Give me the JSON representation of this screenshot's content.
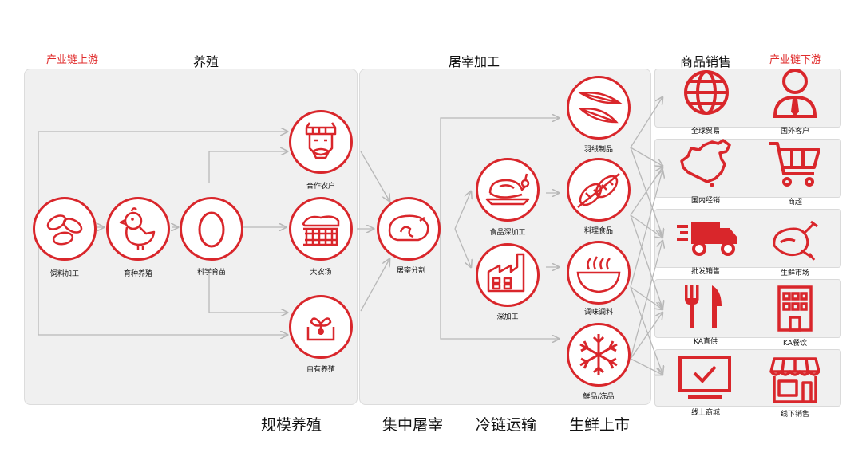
{
  "headers": {
    "upstream": "产业链上游",
    "breeding": "养殖",
    "slaughter": "屠宰加工",
    "sales": "商品销售",
    "downstream": "产业链下游"
  },
  "nodes": {
    "feed": "饲料加工",
    "breed": "育种养殖",
    "egg": "科学育苗",
    "coop": "合作农户",
    "farm": "大农场",
    "own": "自有养殖",
    "slaughter_cut": "屠宰分割",
    "food_deep": "食品深加工",
    "deep": "深加工",
    "feather": "羽绒制品",
    "cooking": "料理食品",
    "seasoning": "调味调料",
    "fresh": "鲜品/冻品"
  },
  "sales": {
    "global_trade": "全球贸易",
    "foreign_client": "国外客户",
    "domestic": "国内经销",
    "supermarket": "商超",
    "wholesale": "批发销售",
    "fresh_market": "生鲜市场",
    "ka_direct": "KA直供",
    "ka_catering": "KA餐饮",
    "online": "线上商城",
    "offline": "线下销售"
  },
  "stages": {
    "scale": "规模养殖",
    "central": "集中屠宰",
    "cold": "冷链运输",
    "market": "生鲜上市"
  },
  "colors": {
    "accent": "#d9262b",
    "panel": "#f0f0f0",
    "arrow": "#b8b8b8"
  }
}
